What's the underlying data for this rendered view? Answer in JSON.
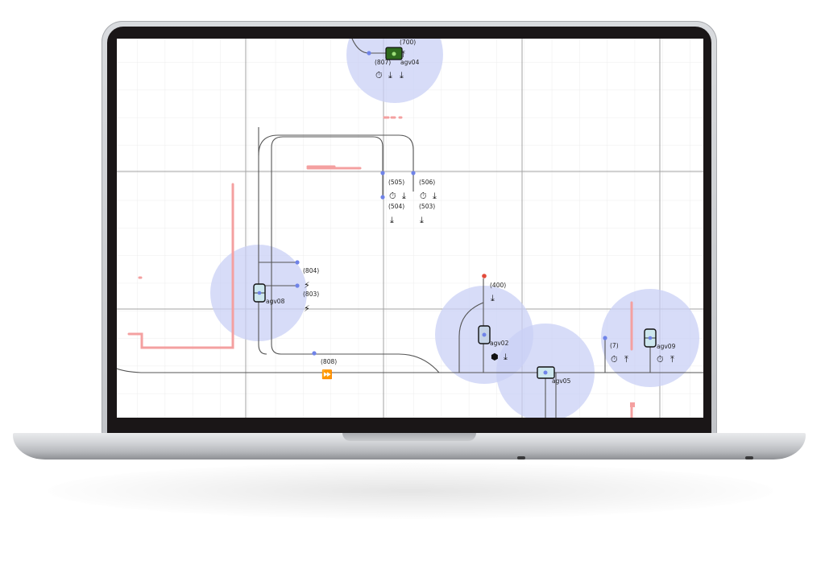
{
  "map": {
    "grid_minor_color": "#ececec",
    "grid_major_color": "#9a9a9a",
    "path_color": "#555555",
    "zone_color": "#c9d0f5",
    "obstacle_color": "#f4a0a0",
    "node_color": "#6f83e8",
    "stop_color": "#e24b3b",
    "agv_fill": "#cde7ee",
    "agv_active_fill": "#2f6b1e"
  },
  "agvs": [
    {
      "id": "agv04",
      "label": "agv04",
      "status": "active"
    },
    {
      "id": "agv08",
      "label": "agv08",
      "status": "idle"
    },
    {
      "id": "agv02",
      "label": "agv02",
      "status": "idle"
    },
    {
      "id": "agv05",
      "label": "agv05",
      "status": "idle"
    },
    {
      "id": "agv09",
      "label": "agv09",
      "status": "idle"
    }
  ],
  "stations": [
    {
      "id": "700",
      "label": "(700)",
      "icons": [
        "unload-icon"
      ]
    },
    {
      "id": "807",
      "label": "(807)",
      "icons": [
        "timer-icon",
        "load-icon",
        "load-icon"
      ]
    },
    {
      "id": "505",
      "label": "(505)",
      "icons": [
        "timer-icon",
        "load-icon"
      ]
    },
    {
      "id": "506",
      "label": "(506)",
      "icons": [
        "timer-icon",
        "load-icon"
      ]
    },
    {
      "id": "504",
      "label": "(504)",
      "icons": [
        "load-icon"
      ]
    },
    {
      "id": "503",
      "label": "(503)",
      "icons": [
        "load-icon"
      ]
    },
    {
      "id": "804",
      "label": "(804)",
      "icons": [
        "charge-icon"
      ]
    },
    {
      "id": "803",
      "label": "(803)",
      "icons": [
        "charge-icon"
      ]
    },
    {
      "id": "400",
      "label": "(400)",
      "icons": [
        "load-icon"
      ]
    },
    {
      "id": "808",
      "label": "(808)",
      "icons": [
        "fast-forward-icon"
      ]
    },
    {
      "id": "7",
      "label": "(7)",
      "icons": [
        "timer-icon",
        "unload-icon"
      ]
    }
  ]
}
